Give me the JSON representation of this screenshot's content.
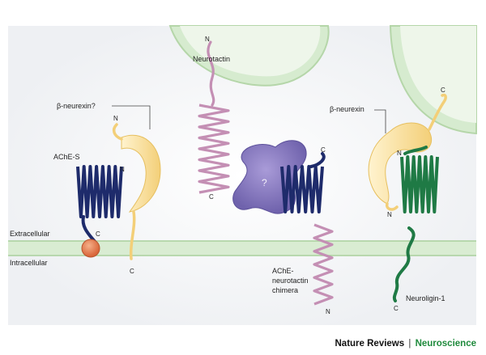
{
  "labels": {
    "extracellular": "Extracellular",
    "intracellular": "Intracellular",
    "neurotactin": "Neurotactin",
    "beta_neurexin_q": "β-neurexin?",
    "ache_s": "AChE-S",
    "beta_neurexin": "β-neurexin",
    "chimera_line1": "AChE-",
    "chimera_line2": "neurotactin",
    "chimera_line3": "chimera",
    "neuroligin": "Neuroligin-1",
    "question": "?"
  },
  "termini": {
    "n": "N",
    "c": "C"
  },
  "footer": {
    "journal": "Nature Reviews",
    "separator": "|",
    "section": "Neuroscience"
  },
  "colors": {
    "membrane": "#cfe6c7",
    "cell_fill": "#d8ecd2",
    "ache": "#1e2b6b",
    "neurotactin": "#c48fb4",
    "neurexin": "#f6d58a",
    "neuroligin": "#1f7a45",
    "unknown_protein": "#8a7cc0",
    "anchor": "#e07a4a",
    "brand": "#1f8a3c"
  }
}
